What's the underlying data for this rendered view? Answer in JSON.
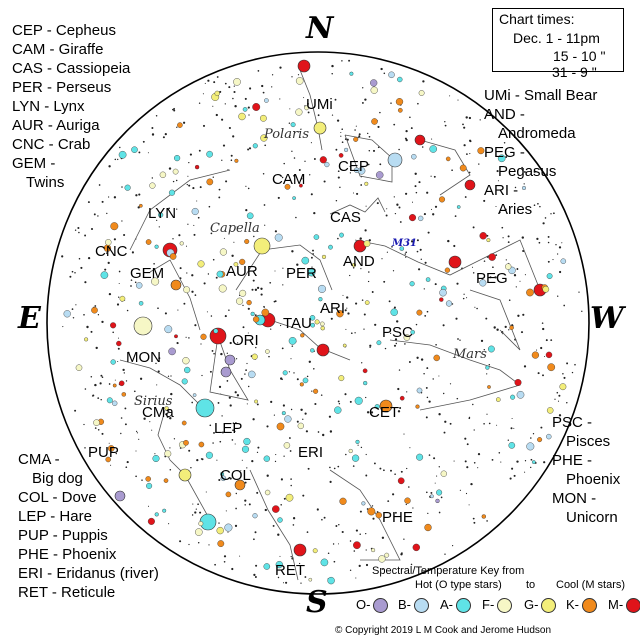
{
  "legend_left": [
    {
      "text": "CEP - Cepheus"
    },
    {
      "text": "CAM - Giraffe"
    },
    {
      "text": "CAS - Cassiopeia"
    },
    {
      "text": "PER - Perseus"
    },
    {
      "text": "LYN - Lynx"
    },
    {
      "text": "AUR - Auriga"
    },
    {
      "text": "CNC - Crab"
    },
    {
      "text": "GEM -"
    },
    {
      "text": "Twins"
    }
  ],
  "legend_bottom_left": [
    {
      "text": "CMA -"
    },
    {
      "text": "Big dog"
    },
    {
      "text": "COL - Dove"
    },
    {
      "text": "LEP - Hare"
    },
    {
      "text": "PUP - Puppis"
    },
    {
      "text": "PHE - Phoenix"
    },
    {
      "text": "ERI - Eridanus (river)"
    },
    {
      "text": "RET - Reticule"
    }
  ],
  "legend_right_top": [
    {
      "text": "UMi - Small Bear"
    },
    {
      "text": "AND -"
    },
    {
      "text": "Andromeda"
    },
    {
      "text": "PEG -"
    },
    {
      "text": "Pegasus"
    },
    {
      "text": "ARI -"
    },
    {
      "text": "Aries"
    }
  ],
  "legend_right_bottom": [
    {
      "text": "PSC -"
    },
    {
      "text": "Pisces"
    },
    {
      "text": "PHE -"
    },
    {
      "text": "Phoenix"
    },
    {
      "text": "MON -"
    },
    {
      "text": "Unicorn"
    }
  ],
  "chart_times": {
    "title": "Chart times:",
    "rows": [
      "Dec.  1 - 11pm",
      "15 - 10  \"",
      "31 -  9  \""
    ]
  },
  "cardinals": {
    "north": "N",
    "south": "S",
    "east": "E",
    "west": "W"
  },
  "constellation_labels": [
    {
      "abbr": "UMi"
    },
    {
      "abbr": "CEP"
    },
    {
      "abbr": "CAM"
    },
    {
      "abbr": "CAS"
    },
    {
      "abbr": "LYN"
    },
    {
      "abbr": "AND"
    },
    {
      "abbr": "CNC"
    },
    {
      "abbr": "GEM"
    },
    {
      "abbr": "AUR"
    },
    {
      "abbr": "PER"
    },
    {
      "abbr": "PEG"
    },
    {
      "abbr": "ARI"
    },
    {
      "abbr": "TAU"
    },
    {
      "abbr": "ORI"
    },
    {
      "abbr": "PSC"
    },
    {
      "abbr": "MON"
    },
    {
      "abbr": "CMa"
    },
    {
      "abbr": "LEP"
    },
    {
      "abbr": "CET"
    },
    {
      "abbr": "ERI"
    },
    {
      "abbr": "PUP"
    },
    {
      "abbr": "COL"
    },
    {
      "abbr": "PHE"
    },
    {
      "abbr": "RET"
    }
  ],
  "named_objects": [
    {
      "name": "Polaris"
    },
    {
      "name": "Capella"
    },
    {
      "name": "Sirius"
    },
    {
      "name": "Mars"
    }
  ],
  "m31_label": "M31",
  "spectral_key": {
    "title_line1": "Spectral/Temperature Key from",
    "title_line2_left": "Hot (O type stars)",
    "title_line2_mid": "to",
    "title_line2_right": "Cool (M stars)",
    "items": [
      {
        "label": "O-",
        "color": "#a99bd0"
      },
      {
        "label": "B-",
        "color": "#b8dcf2"
      },
      {
        "label": "A-",
        "color": "#5fe3e6"
      },
      {
        "label": "F-",
        "color": "#f6f7c6"
      },
      {
        "label": "G-",
        "color": "#f3ee7a"
      },
      {
        "label": "K-",
        "color": "#f08a1c"
      },
      {
        "label": "M-",
        "color": "#e0141a"
      }
    ]
  },
  "copyright": "© Copyright 2019  L M Cook and Jerome Hudson"
}
